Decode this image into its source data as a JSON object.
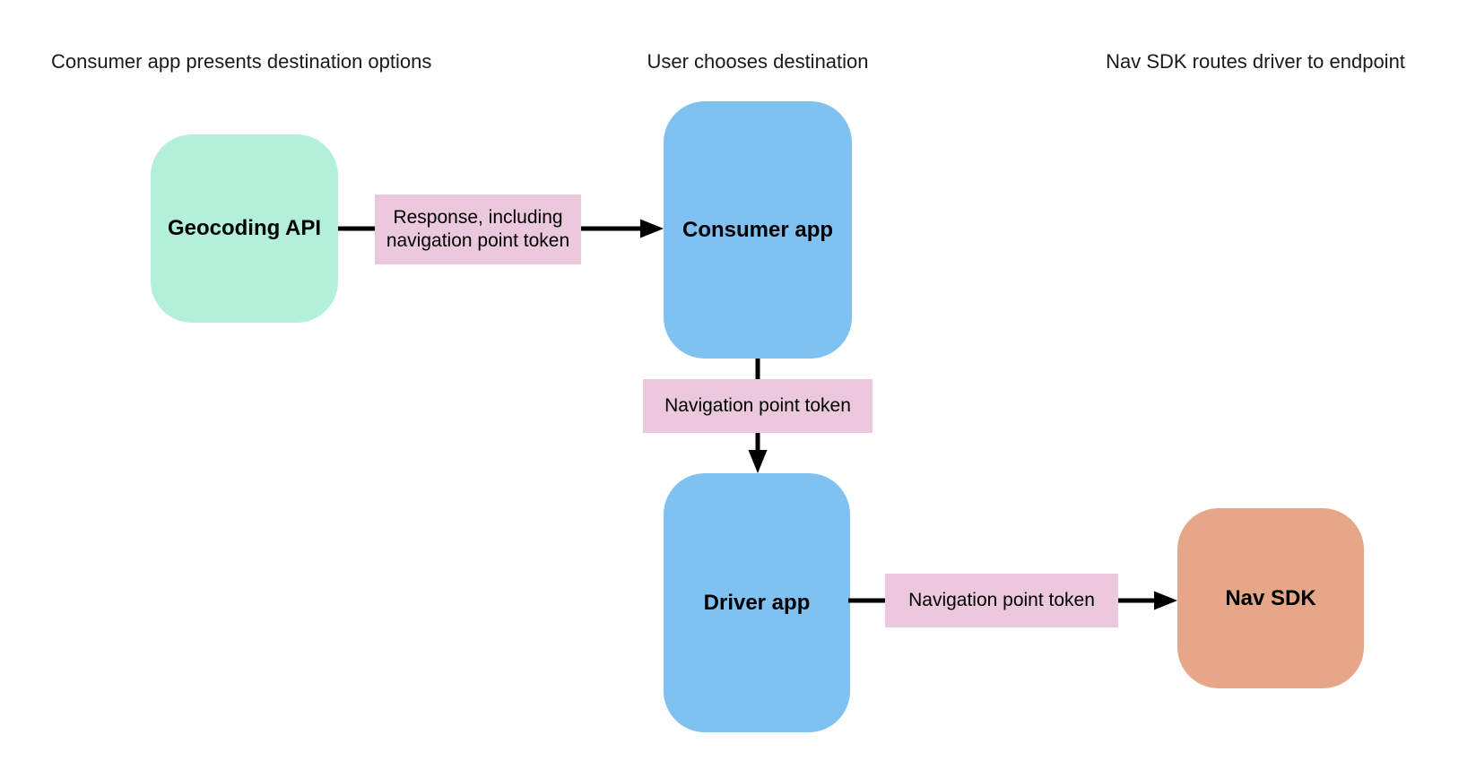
{
  "diagram": {
    "background": "#ffffff",
    "arrow_color": "#000000",
    "header_text_color": "#1a1a1a"
  },
  "headers": {
    "col1": "Consumer app presents destination options",
    "col2": "User chooses destination",
    "col3": "Nav SDK routes driver to endpoint"
  },
  "nodes": {
    "geocoding_api": {
      "label": "Geocoding API",
      "fill": "#b3f0d9"
    },
    "consumer_app": {
      "label": "Consumer app",
      "fill": "#7fc1f0"
    },
    "driver_app": {
      "label": "Driver app",
      "fill": "#7fc1f0"
    },
    "nav_sdk": {
      "label": "Nav SDK",
      "fill": "#e6a788"
    }
  },
  "edges": {
    "geocoding_to_consumer": {
      "label": "Response, including navigation point token",
      "fill": "#ecc8dd"
    },
    "consumer_to_driver": {
      "label": "Navigation point token",
      "fill": "#ecc8dd"
    },
    "driver_to_nav_sdk": {
      "label": "Navigation point token",
      "fill": "#ecc8dd"
    }
  }
}
